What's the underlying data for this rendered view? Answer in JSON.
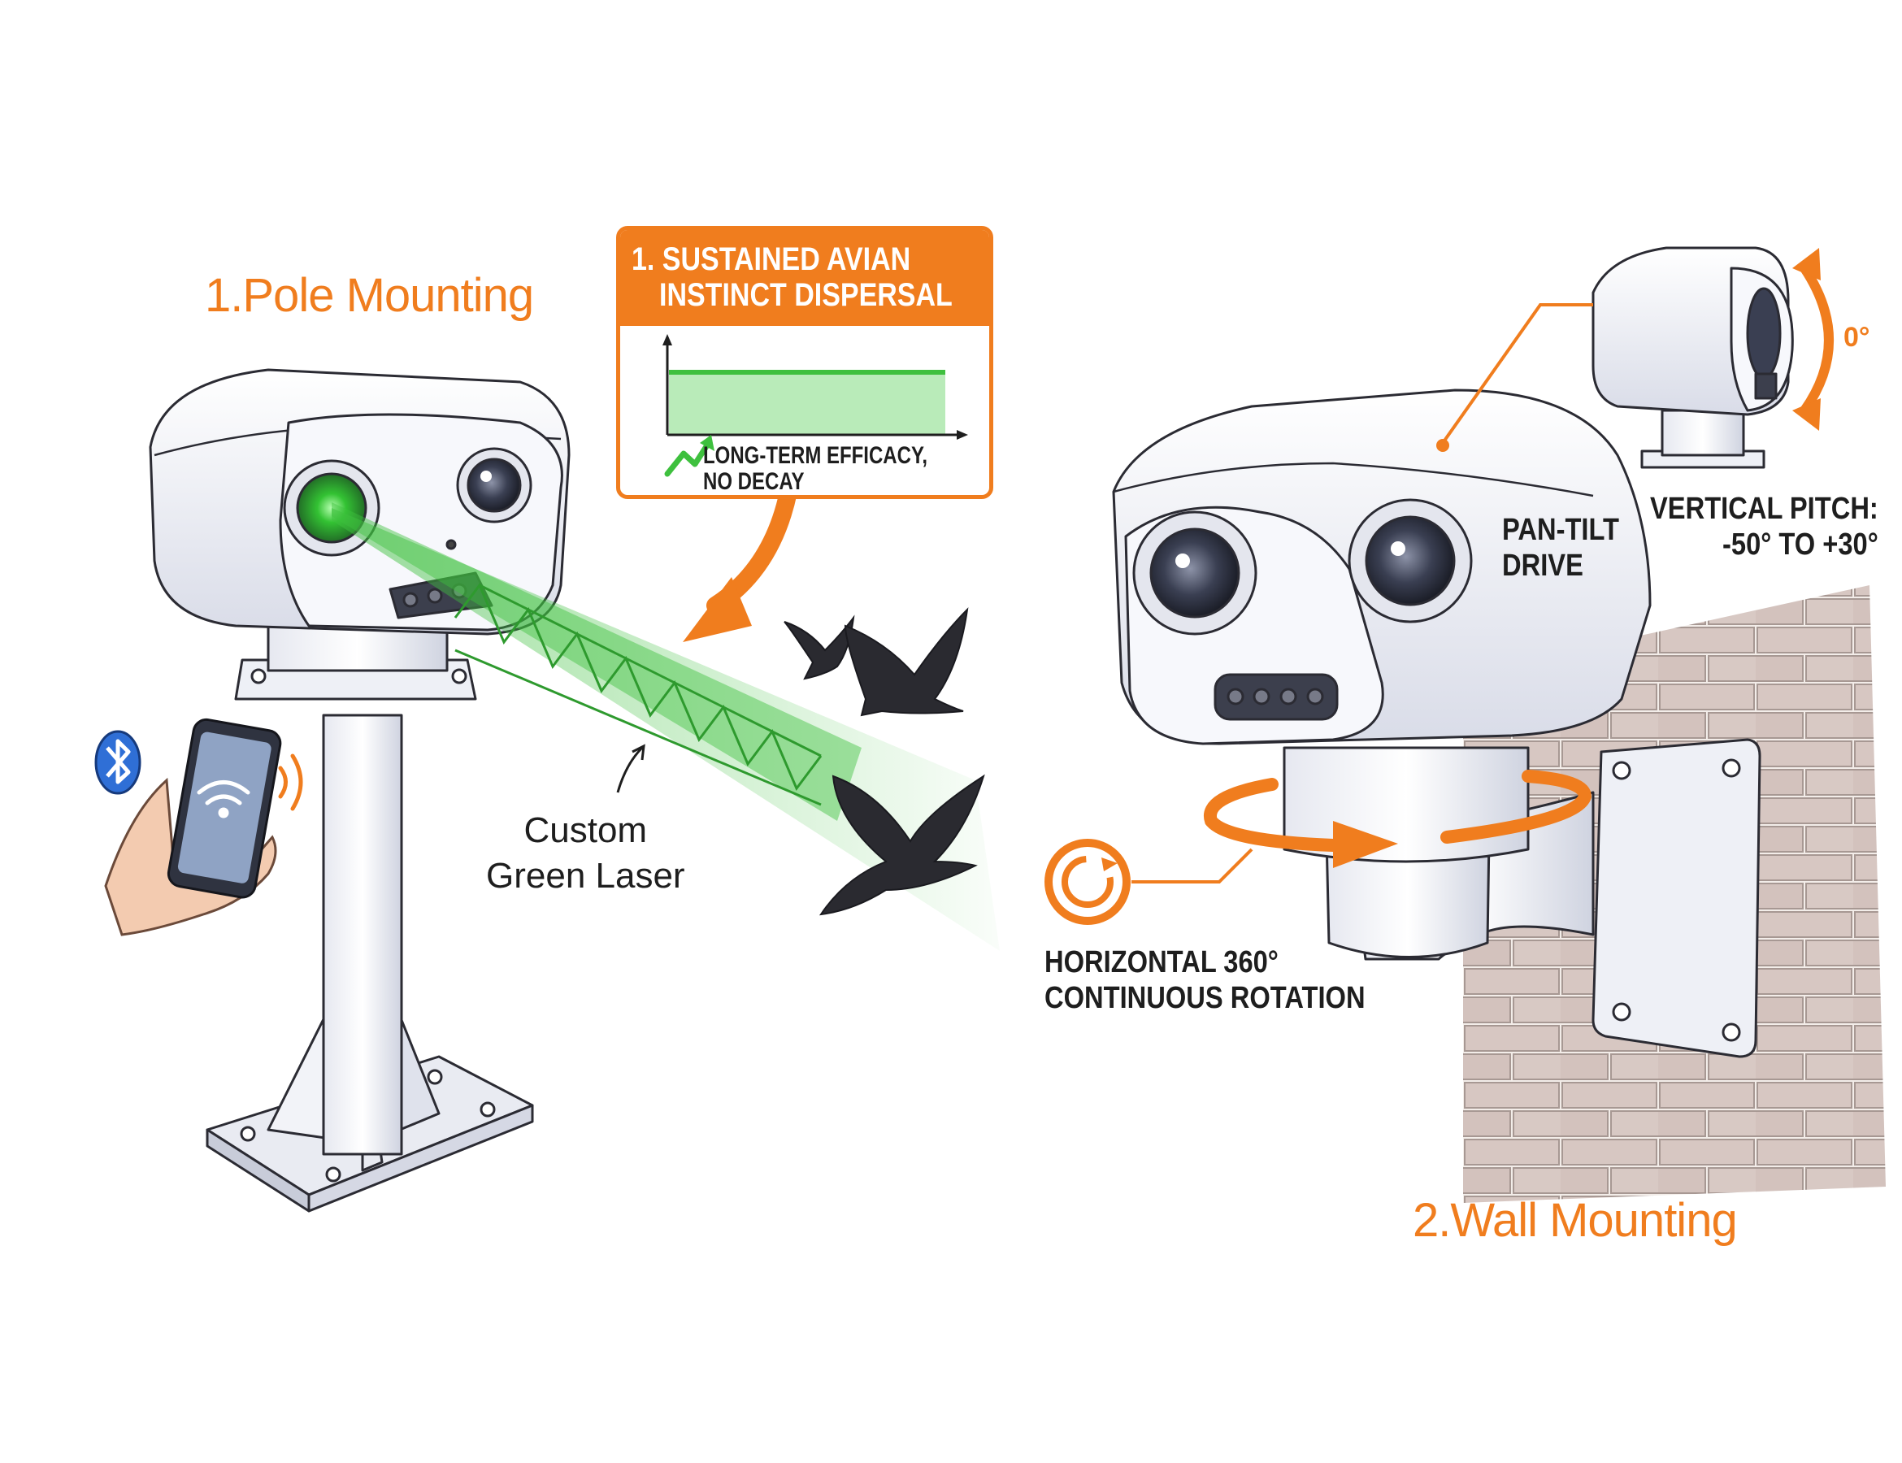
{
  "titles": {
    "pole": "1.Pole Mounting",
    "wall": "2.Wall Mounting"
  },
  "callout": {
    "heading_line1": "1. SUSTAINED AVIAN",
    "heading_line2": "INSTINCT DISPERSAL",
    "footnote_line1": "LONG-TERM EFFICACY,",
    "footnote_line2": "NO DECAY"
  },
  "labels": {
    "laser_line1": "Custom",
    "laser_line2": "Green Laser",
    "pan_tilt_line1": "PAN-TILT",
    "pan_tilt_line2": "DRIVE",
    "pitch_line1": "VERTICAL PITCH:",
    "pitch_line2": "-50° TO +30°",
    "zero_deg": "0°",
    "rotation_line1": "HORIZONTAL 360°",
    "rotation_line2": "CONTINUOUS ROTATION"
  },
  "colors": {
    "accent": "#f07d1e",
    "laser": "#3ec03e",
    "bluetooth": "#2f6fd6",
    "ink": "#1e1e1e"
  },
  "icons": [
    "bluetooth-icon",
    "wifi-icon",
    "rotation-icon",
    "trend-up-icon"
  ]
}
